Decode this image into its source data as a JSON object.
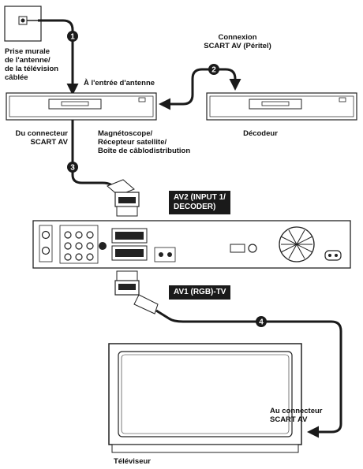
{
  "labels": {
    "wall_outlet": "Prise murale\nde l'antenne/\nde la télévision\ncâblée",
    "antenna_input": "À l'entrée d'antenne",
    "scart_connexion": "Connexion\nSCART AV (Péritel)",
    "decoder": "Décodeur",
    "from_connector": "Du connecteur\nSCART AV",
    "vcr_satellite": "Magnétoscope/\nRécepteur satellite/\nBoîte de câblodistribution",
    "av2_tag": "AV2 (INPUT 1/\nDECODER)",
    "av1_tag": "AV1 (RGB)-TV",
    "to_connector": "Au connecteur\nSCART AV",
    "tv": "Téléviseur"
  },
  "steps": [
    "1",
    "2",
    "3",
    "4"
  ],
  "colors": {
    "cable": "#1a1a1a",
    "badge": "#1a1a1a",
    "device_outline": "#222222"
  }
}
